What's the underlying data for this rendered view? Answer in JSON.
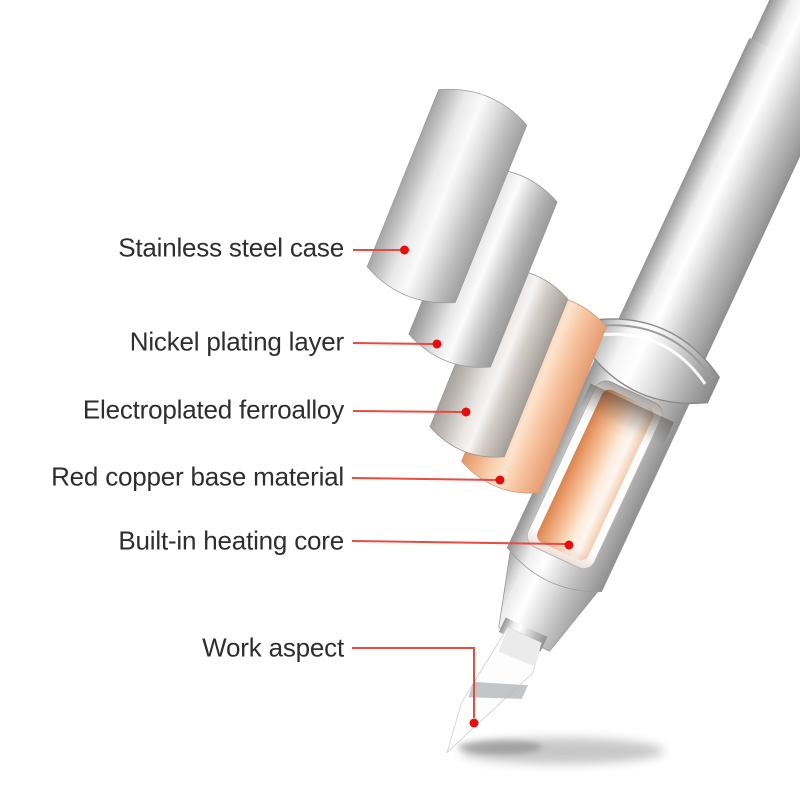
{
  "figure": {
    "type": "exploded-callout-diagram",
    "subject": "Soldering iron tip layered construction",
    "callouts": [
      {
        "id": "stainless-steel-case",
        "text": "Stainless steel case"
      },
      {
        "id": "nickel-plating-layer",
        "text": "Nickel plating layer"
      },
      {
        "id": "electroplated-ferroalloy",
        "text": "Electroplated ferroalloy"
      },
      {
        "id": "red-copper-base-material",
        "text": "Red copper base material"
      },
      {
        "id": "built-in-heating-core",
        "text": "Built-in heating core"
      },
      {
        "id": "work-aspect",
        "text": "Work aspect"
      }
    ],
    "colors": {
      "background": "#ffffff",
      "label_text": "#2e2e2e",
      "leader_line": "#ea4a44",
      "leader_dot": "#e60d0d",
      "copper_layer": "#f2b28a",
      "heating_core": "#ef9f6d",
      "silver_highlight": "#ffffff",
      "silver_shadow": "#9a9a9a"
    }
  }
}
